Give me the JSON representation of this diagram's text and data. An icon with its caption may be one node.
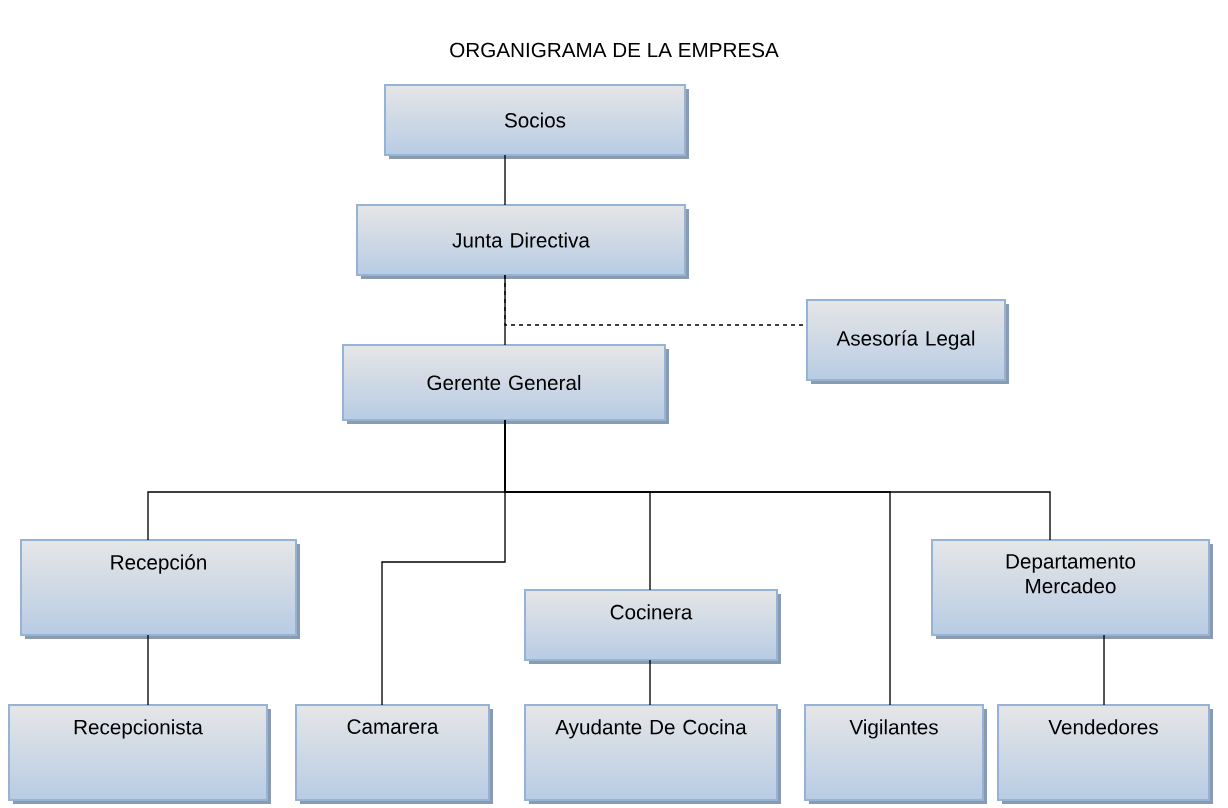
{
  "diagram": {
    "title": "ORGANIGRAMA DE LA EMPRESA",
    "nodes": [
      {
        "text": [
          "Socios"
        ]
      },
      {
        "text": [
          "Junta Directiva"
        ]
      },
      {
        "text": [
          "Asesoría Legal"
        ]
      },
      {
        "text": [
          "Gerente General"
        ]
      },
      {
        "text": [
          "Recepción"
        ]
      },
      {
        "text": [
          "Cocinera"
        ]
      },
      {
        "text": [
          "Departamento Mercadeo"
        ]
      },
      {
        "text": [
          "Recepcionista"
        ]
      },
      {
        "text": [
          "Camarera"
        ]
      },
      {
        "text": [
          "Ayudante De Cocina"
        ]
      },
      {
        "text": [
          "Vigilantes"
        ]
      },
      {
        "text": [
          "Vendedores"
        ]
      }
    ],
    "edges": [
      {
        "from": 0,
        "to": 1,
        "arrow": "none"
      },
      {
        "from": 1,
        "to": 3,
        "arrow": "none"
      },
      {
        "from": 1,
        "to": 2,
        "arrow": "none",
        "style": "dashed"
      },
      {
        "from": 3,
        "to": 4,
        "arrow": "none"
      },
      {
        "from": 3,
        "to": 8,
        "arrow": "none"
      },
      {
        "from": 3,
        "to": 5,
        "arrow": "none"
      },
      {
        "from": 3,
        "to": 10,
        "arrow": "none"
      },
      {
        "from": 3,
        "to": 6,
        "arrow": "none"
      },
      {
        "from": 4,
        "to": 7,
        "arrow": "none"
      },
      {
        "from": 5,
        "to": 9,
        "arrow": "none"
      },
      {
        "from": 6,
        "to": 11,
        "arrow": "none"
      }
    ]
  }
}
